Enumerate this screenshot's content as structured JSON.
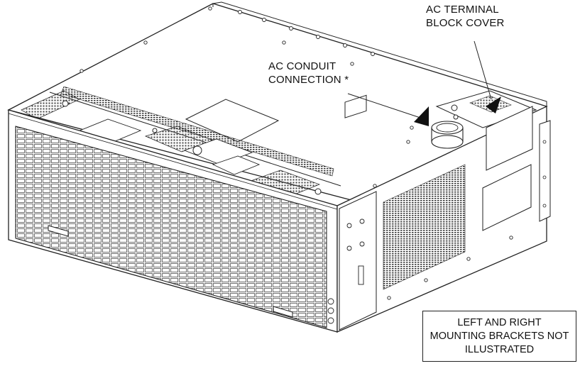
{
  "labels": {
    "ac_terminal_block_cover": [
      "AC TERMINAL",
      "BLOCK COVER"
    ],
    "ac_conduit_connection": [
      "AC CONDUIT",
      "CONNECTION *"
    ]
  },
  "note": [
    "LEFT AND RIGHT",
    "MOUNTING BRACKETS NOT",
    "ILLUSTRATED"
  ],
  "colors": {
    "line": "#222222",
    "background": "#ffffff"
  }
}
